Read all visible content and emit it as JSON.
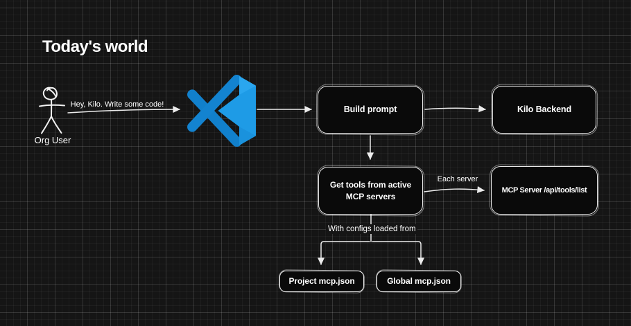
{
  "title": "Today's world",
  "actor": {
    "label": "Org User",
    "message": "Hey, Kilo. Write some code!"
  },
  "nodes": {
    "build_prompt": {
      "label": "Build prompt"
    },
    "kilo_backend": {
      "label": "Kilo Backend"
    },
    "get_tools": {
      "label": "Get tools from active MCP servers"
    },
    "mcp_server": {
      "label": "MCP Server /api/tools/list"
    },
    "project_mcp": {
      "label": "Project mcp.json"
    },
    "global_mcp": {
      "label": "Global mcp.json"
    }
  },
  "edge_labels": {
    "each_server": "Each server",
    "with_configs": "With configs loaded from"
  },
  "icons": {
    "vscode": "vscode-logo",
    "actor": "stick-figure"
  },
  "theme": {
    "canvas_background": "#151515",
    "grid_minor": "rgba(255,255,255,0.04)",
    "grid_major": "rgba(255,255,255,0.10)",
    "node_fill": "#0a0a0a",
    "stroke": "#ececec",
    "text": "#ffffff",
    "vscode_blue_bright": "#1e9be6",
    "vscode_blue_medium": "#1180cc"
  }
}
